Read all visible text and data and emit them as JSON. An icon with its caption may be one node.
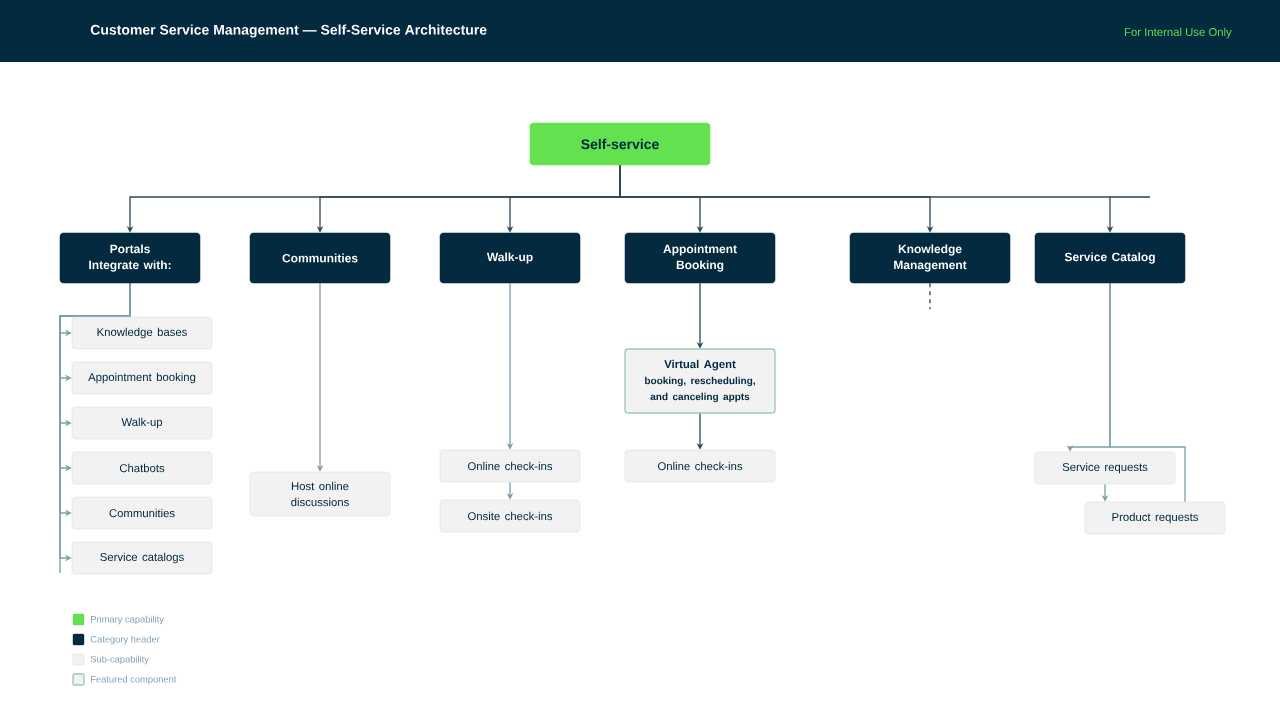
{
  "diagram": {
    "title": "Customer Service Management — Self-Service Architecture",
    "nodes": [
      {
        "text": [
          "Self-service"
        ]
      },
      {
        "text": [
          "Portals",
          "Integrate with:"
        ]
      },
      {
        "text": [
          "Communities"
        ]
      },
      {
        "text": [
          "Walk-up"
        ]
      },
      {
        "text": [
          "Appointment Booking"
        ]
      },
      {
        "text": [
          "Knowledge Management"
        ]
      },
      {
        "text": [
          "Service Catalog"
        ]
      },
      {
        "text": [
          "Knowledge bases"
        ]
      },
      {
        "text": [
          "Appointment booking"
        ]
      },
      {
        "text": [
          "Walk-up"
        ]
      },
      {
        "text": [
          "Chatbots"
        ]
      },
      {
        "text": [
          "Communities"
        ]
      },
      {
        "text": [
          "Service catalogs"
        ]
      },
      {
        "text": [
          "Host online discussions"
        ]
      },
      {
        "text": [
          "Online check-ins"
        ]
      },
      {
        "text": [
          "Onsite check-ins"
        ]
      },
      {
        "text": [
          "Virtual Agent",
          "booking, rescheduling, and canceling appts"
        ]
      },
      {
        "text": [
          "Online check-ins"
        ]
      },
      {
        "text": [
          "Service requests"
        ]
      },
      {
        "text": [
          "Product requests"
        ]
      }
    ],
    "edges": [
      {
        "from": 0,
        "to": 1,
        "arrow": "to",
        "color": "#2f4a58"
      },
      {
        "from": 0,
        "to": 2,
        "arrow": "to",
        "color": "#2f4a58"
      },
      {
        "from": 0,
        "to": 3,
        "arrow": "to",
        "color": "#2f4a58"
      },
      {
        "from": 0,
        "to": 4,
        "arrow": "to",
        "color": "#2f4a58"
      },
      {
        "from": 0,
        "to": 5,
        "arrow": "to",
        "color": "#2f4a58"
      },
      {
        "from": 0,
        "to": 6,
        "arrow": "to",
        "color": "#2f4a58"
      },
      {
        "from": 1,
        "to": 7,
        "arrow": "to"
      },
      {
        "from": 1,
        "to": 8,
        "arrow": "to"
      },
      {
        "from": 1,
        "to": 9,
        "arrow": "to"
      },
      {
        "from": 1,
        "to": 10,
        "arrow": "to"
      },
      {
        "from": 1,
        "to": 11,
        "arrow": "to"
      },
      {
        "from": 1,
        "to": 12,
        "arrow": "to"
      },
      {
        "from": 2,
        "to": 13,
        "arrow": "to"
      },
      {
        "from": 3,
        "to": 14,
        "arrow": "to"
      },
      {
        "from": 14,
        "to": 15,
        "arrow": "to"
      },
      {
        "from": 4,
        "to": 16,
        "arrow": "to",
        "color": "#2f4a58"
      },
      {
        "from": 16,
        "to": 17,
        "arrow": "to",
        "color": "#2f4a58"
      },
      {
        "from": 5,
        "to": null,
        "arrow": "none",
        "style": "dashed",
        "color": "#2f4a58"
      },
      {
        "from": 6,
        "to": 18,
        "arrow": "to"
      },
      {
        "from": 6,
        "to": 19,
        "arrow": "none"
      },
      {
        "from": 18,
        "to": 19,
        "arrow": "to"
      }
    ],
    "labels": [
      "For Internal Use Only"
    ],
    "legend": [
      {
        "text": "Primary capability",
        "color": "#63e14f"
      },
      {
        "text": "Category header",
        "color": "#042a40"
      },
      {
        "text": "Sub-capability",
        "color": "#f2f2f2"
      },
      {
        "text": "Featured component"
      }
    ]
  }
}
